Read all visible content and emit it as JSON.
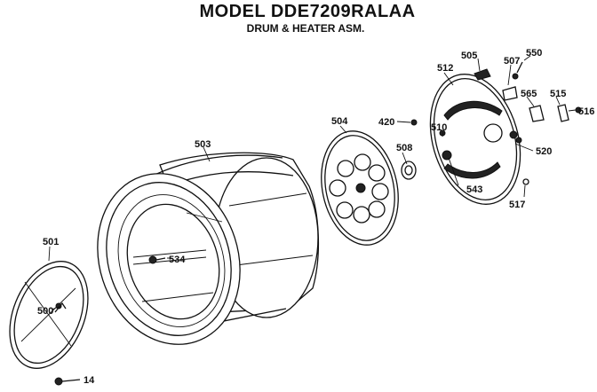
{
  "header": {
    "title": "MODEL DDE7209RALAA",
    "subtitle": "DRUM & HEATER ASM."
  },
  "parts": {
    "p14": "14",
    "p420": "420",
    "p500": "500",
    "p501": "501",
    "p503": "503",
    "p504": "504",
    "p505": "505",
    "p507": "507",
    "p508": "508",
    "p510": "510",
    "p512": "512",
    "p515": "515",
    "p516": "516",
    "p517": "517",
    "p520": "520",
    "p534": "534",
    "p543": "543",
    "p550": "550",
    "p565": "565"
  }
}
